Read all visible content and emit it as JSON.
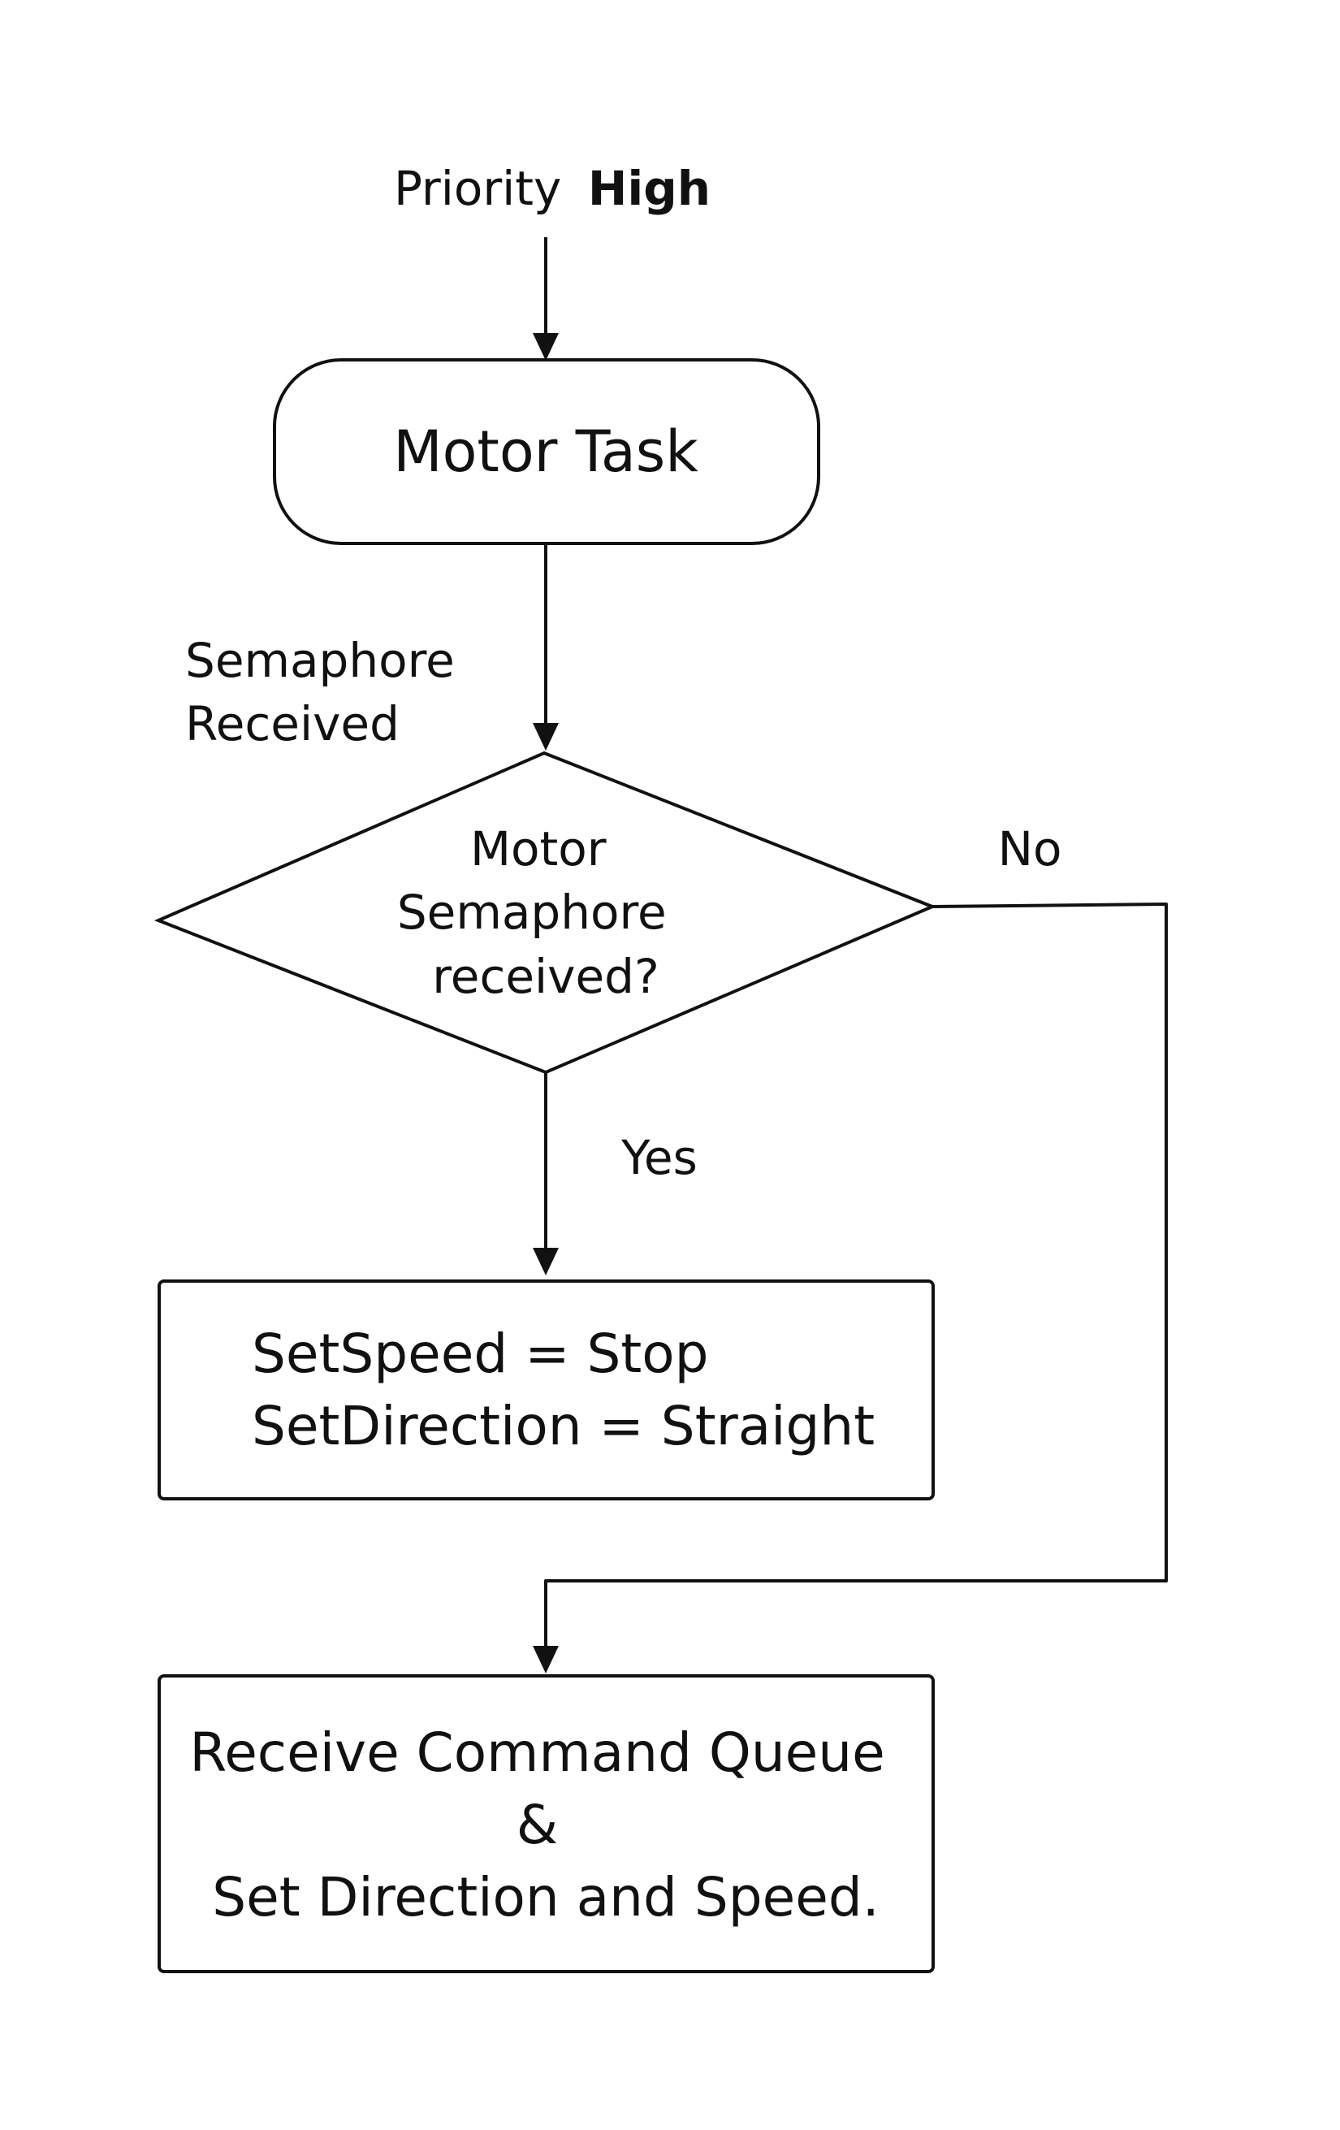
{
  "priority": {
    "prefix": "Priority",
    "level": "High"
  },
  "start": {
    "label": "Motor Task"
  },
  "edges": {
    "semaphore_received": [
      "Semaphore",
      "Received"
    ],
    "no": "No",
    "yes": "Yes"
  },
  "decision": {
    "lines": [
      "Motor",
      "Semaphore",
      "received?"
    ]
  },
  "process_stop": {
    "lines": [
      "SetSpeed = Stop",
      "SetDirection = Straight"
    ]
  },
  "process_queue": {
    "lines": [
      "Receive Command Queue",
      "&",
      "Set Direction and Speed."
    ]
  }
}
